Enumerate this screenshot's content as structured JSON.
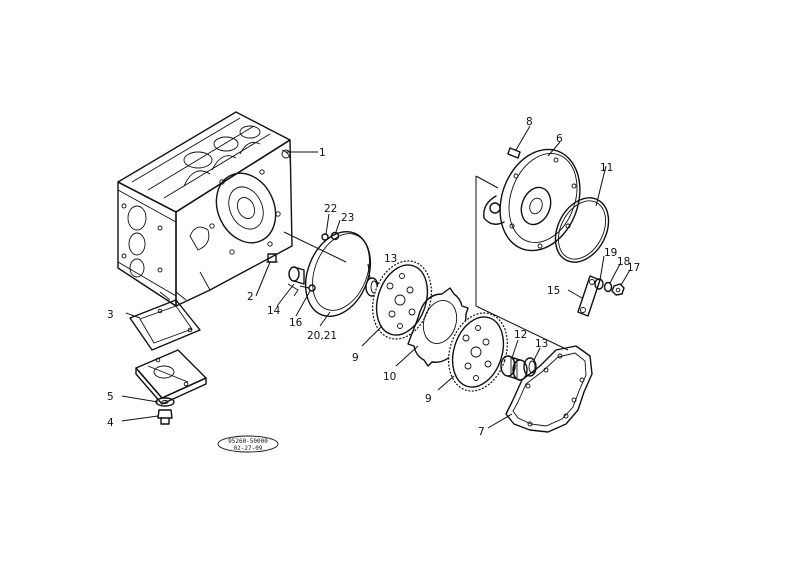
{
  "callouts": [
    {
      "id": "c1",
      "text": "1"
    },
    {
      "id": "c2",
      "text": "2"
    },
    {
      "id": "c3",
      "text": "3"
    },
    {
      "id": "c4",
      "text": "4"
    },
    {
      "id": "c5",
      "text": "5"
    },
    {
      "id": "c6",
      "text": "6"
    },
    {
      "id": "c7",
      "text": "7"
    },
    {
      "id": "c8",
      "text": "8"
    },
    {
      "id": "c9a",
      "text": "9"
    },
    {
      "id": "c9b",
      "text": "9"
    },
    {
      "id": "c10",
      "text": "10"
    },
    {
      "id": "c11",
      "text": "11"
    },
    {
      "id": "c12",
      "text": "12"
    },
    {
      "id": "c13a",
      "text": "13"
    },
    {
      "id": "c13b",
      "text": "13"
    },
    {
      "id": "c14",
      "text": "14"
    },
    {
      "id": "c15",
      "text": "15"
    },
    {
      "id": "c16",
      "text": "16"
    },
    {
      "id": "c17",
      "text": "17"
    },
    {
      "id": "c18",
      "text": "18"
    },
    {
      "id": "c19",
      "text": "19"
    },
    {
      "id": "c20",
      "text": "20,21"
    },
    {
      "id": "c22",
      "text": "22"
    },
    {
      "id": "c23",
      "text": "23"
    }
  ],
  "drawing_code": {
    "line1": "95260-50000",
    "line2": "02-27-09"
  }
}
